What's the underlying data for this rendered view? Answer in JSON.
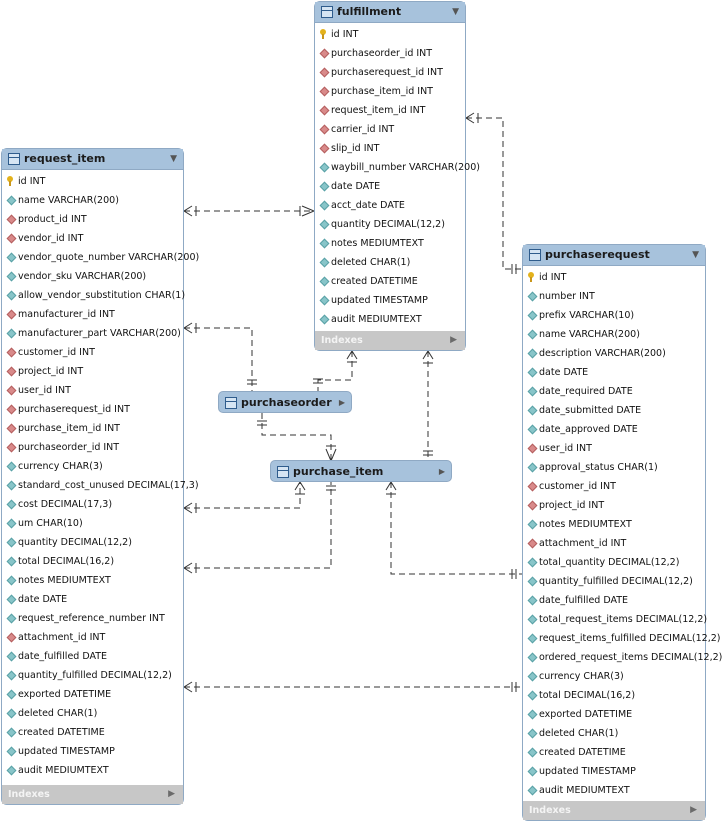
{
  "icon_names": {
    "table": "table-icon",
    "primary_key": "key-icon",
    "column": "column-diamond-icon",
    "foreign_key": "foreign-key-diamond-icon",
    "expand": "triangle-icon"
  },
  "colors": {
    "header": "#a7c2dc",
    "border": "#8fa9c4",
    "footer": "#c7c7c7",
    "pk": "#e3b21c",
    "attr": "#88c5c9",
    "fk": "#d98a8a",
    "line": "#333333"
  },
  "tables": {
    "fulfillment": {
      "title": "fulfillment",
      "footer": "Indexes",
      "columns": [
        {
          "text": "id INT",
          "kind": "pk"
        },
        {
          "text": "purchaseorder_id INT",
          "kind": "fk"
        },
        {
          "text": "purchaserequest_id INT",
          "kind": "fk"
        },
        {
          "text": "purchase_item_id INT",
          "kind": "fk"
        },
        {
          "text": "request_item_id INT",
          "kind": "fk"
        },
        {
          "text": "carrier_id INT",
          "kind": "fk"
        },
        {
          "text": "slip_id INT",
          "kind": "fk"
        },
        {
          "text": "waybill_number VARCHAR(200)",
          "kind": "attr"
        },
        {
          "text": "date DATE",
          "kind": "attr"
        },
        {
          "text": "acct_date DATE",
          "kind": "attr"
        },
        {
          "text": "quantity DECIMAL(12,2)",
          "kind": "attr"
        },
        {
          "text": "notes MEDIUMTEXT",
          "kind": "attr"
        },
        {
          "text": "deleted CHAR(1)",
          "kind": "attr"
        },
        {
          "text": "created DATETIME",
          "kind": "attr"
        },
        {
          "text": "updated TIMESTAMP",
          "kind": "attr"
        },
        {
          "text": "audit MEDIUMTEXT",
          "kind": "attr"
        }
      ]
    },
    "request_item": {
      "title": "request_item",
      "footer": "Indexes",
      "columns": [
        {
          "text": "id INT",
          "kind": "pk"
        },
        {
          "text": "name VARCHAR(200)",
          "kind": "attr"
        },
        {
          "text": "product_id INT",
          "kind": "fk"
        },
        {
          "text": "vendor_id INT",
          "kind": "fk"
        },
        {
          "text": "vendor_quote_number VARCHAR(200)",
          "kind": "attr"
        },
        {
          "text": "vendor_sku VARCHAR(200)",
          "kind": "attr"
        },
        {
          "text": "allow_vendor_substitution CHAR(1)",
          "kind": "attr"
        },
        {
          "text": "manufacturer_id INT",
          "kind": "fk"
        },
        {
          "text": "manufacturer_part VARCHAR(200)",
          "kind": "attr"
        },
        {
          "text": "customer_id INT",
          "kind": "fk"
        },
        {
          "text": "project_id INT",
          "kind": "fk"
        },
        {
          "text": "user_id INT",
          "kind": "fk"
        },
        {
          "text": "purchaserequest_id INT",
          "kind": "fk"
        },
        {
          "text": "purchase_item_id INT",
          "kind": "fk"
        },
        {
          "text": "purchaseorder_id INT",
          "kind": "fk"
        },
        {
          "text": "currency CHAR(3)",
          "kind": "attr"
        },
        {
          "text": "standard_cost_unused DECIMAL(17,3)",
          "kind": "attr"
        },
        {
          "text": "cost DECIMAL(17,3)",
          "kind": "attr"
        },
        {
          "text": "um CHAR(10)",
          "kind": "attr"
        },
        {
          "text": "quantity DECIMAL(12,2)",
          "kind": "attr"
        },
        {
          "text": "total DECIMAL(16,2)",
          "kind": "attr"
        },
        {
          "text": "notes MEDIUMTEXT",
          "kind": "attr"
        },
        {
          "text": "date DATE",
          "kind": "attr"
        },
        {
          "text": "request_reference_number INT",
          "kind": "attr"
        },
        {
          "text": "attachment_id INT",
          "kind": "fk"
        },
        {
          "text": "date_fulfilled DATE",
          "kind": "attr"
        },
        {
          "text": "quantity_fulfilled DECIMAL(12,2)",
          "kind": "attr"
        },
        {
          "text": "exported DATETIME",
          "kind": "attr"
        },
        {
          "text": "deleted CHAR(1)",
          "kind": "attr"
        },
        {
          "text": "created DATETIME",
          "kind": "attr"
        },
        {
          "text": "updated TIMESTAMP",
          "kind": "attr"
        },
        {
          "text": "audit MEDIUMTEXT",
          "kind": "attr"
        }
      ]
    },
    "purchaserequest": {
      "title": "purchaserequest",
      "footer": "Indexes",
      "columns": [
        {
          "text": "id INT",
          "kind": "pk"
        },
        {
          "text": "number INT",
          "kind": "attr"
        },
        {
          "text": "prefix VARCHAR(10)",
          "kind": "attr"
        },
        {
          "text": "name VARCHAR(200)",
          "kind": "attr"
        },
        {
          "text": "description VARCHAR(200)",
          "kind": "attr"
        },
        {
          "text": "date DATE",
          "kind": "attr"
        },
        {
          "text": "date_required DATE",
          "kind": "attr"
        },
        {
          "text": "date_submitted DATE",
          "kind": "attr"
        },
        {
          "text": "date_approved DATE",
          "kind": "attr"
        },
        {
          "text": "user_id INT",
          "kind": "fk"
        },
        {
          "text": "approval_status CHAR(1)",
          "kind": "attr"
        },
        {
          "text": "customer_id INT",
          "kind": "fk"
        },
        {
          "text": "project_id INT",
          "kind": "fk"
        },
        {
          "text": "notes MEDIUMTEXT",
          "kind": "attr"
        },
        {
          "text": "attachment_id INT",
          "kind": "fk"
        },
        {
          "text": "total_quantity DECIMAL(12,2)",
          "kind": "attr"
        },
        {
          "text": "quantity_fulfilled DECIMAL(12,2)",
          "kind": "attr"
        },
        {
          "text": "date_fulfilled DATE",
          "kind": "attr"
        },
        {
          "text": "total_request_items DECIMAL(12,2)",
          "kind": "attr"
        },
        {
          "text": "request_items_fulfilled DECIMAL(12,2)",
          "kind": "attr"
        },
        {
          "text": "ordered_request_items DECIMAL(12,2)",
          "kind": "attr"
        },
        {
          "text": "currency CHAR(3)",
          "kind": "attr"
        },
        {
          "text": "total DECIMAL(16,2)",
          "kind": "attr"
        },
        {
          "text": "exported DATETIME",
          "kind": "attr"
        },
        {
          "text": "deleted CHAR(1)",
          "kind": "attr"
        },
        {
          "text": "created DATETIME",
          "kind": "attr"
        },
        {
          "text": "updated TIMESTAMP",
          "kind": "attr"
        },
        {
          "text": "audit MEDIUMTEXT",
          "kind": "attr"
        }
      ]
    },
    "purchaseorder": {
      "title": "purchaseorder"
    },
    "purchase_item": {
      "title": "purchase_item"
    }
  }
}
